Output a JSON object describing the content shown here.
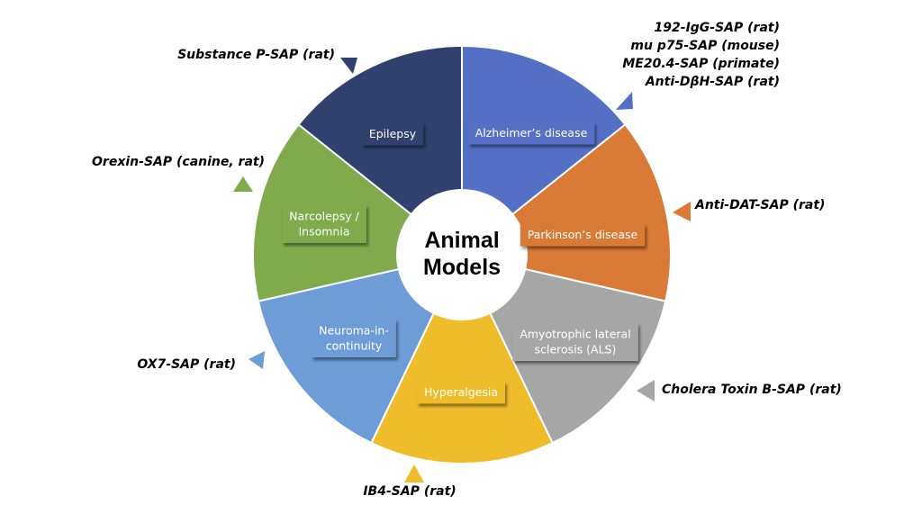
{
  "center": {
    "line1": "Animal",
    "line2": "Models"
  },
  "segments": [
    {
      "id": "alzheimers",
      "lines": [
        "Alzheimer’s disease"
      ],
      "color": "#5470c5"
    },
    {
      "id": "parkinsons",
      "lines": [
        "Parkinson’s disease"
      ],
      "color": "#d97a36"
    },
    {
      "id": "als",
      "lines": [
        "Amyotrophic lateral",
        "sclerosis (ALS)"
      ],
      "color": "#a6a6a6"
    },
    {
      "id": "hyperalgesia",
      "lines": [
        "Hyperalgesia"
      ],
      "color": "#efbd2c"
    },
    {
      "id": "neuroma",
      "lines": [
        "Neuroma-in-",
        "continuity"
      ],
      "color": "#6e9cd6"
    },
    {
      "id": "narcolepsy",
      "lines": [
        "Narcolepsy /",
        "Insomnia"
      ],
      "color": "#80aa4c"
    },
    {
      "id": "epilepsy",
      "lines": [
        "Epilepsy"
      ],
      "color": "#30416f"
    }
  ],
  "labels": {
    "alzheimers": [
      "192-IgG-SAP (rat)",
      "mu p75-SAP (mouse)",
      "ME20.4-SAP (primate)",
      "Anti-DβH-SAP (rat)"
    ],
    "parkinsons": "Anti-DAT-SAP (rat)",
    "als": "Cholera Toxin B-SAP (rat)",
    "hyperalgesia": "IB4-SAP (rat)",
    "neuroma": "OX7-SAP (rat)",
    "narcolepsy": "Orexin-SAP (canine, rat)",
    "epilepsy": "Substance P-SAP (rat)"
  }
}
